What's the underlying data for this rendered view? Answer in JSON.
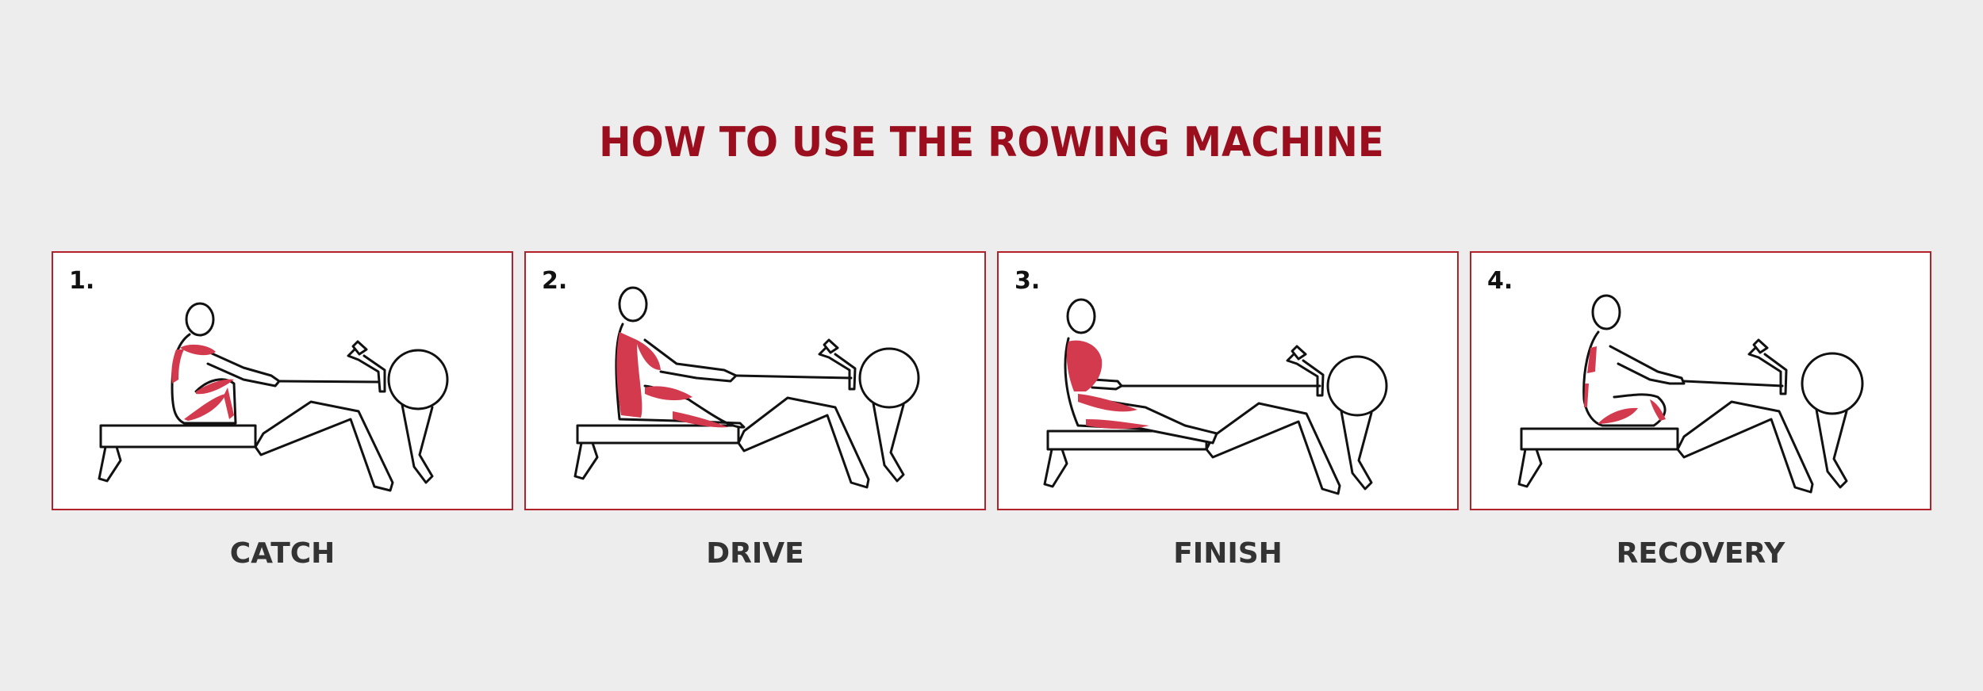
{
  "title": "HOW TO USE THE ROWING MACHINE",
  "colors": {
    "accent": "#9b0e1e",
    "border": "#b3222b",
    "muscle": "#d33a4e",
    "background": "#ededed",
    "label": "#333333"
  },
  "steps": [
    {
      "number": "1.",
      "label": "CATCH"
    },
    {
      "number": "2.",
      "label": "DRIVE"
    },
    {
      "number": "3.",
      "label": "FINISH"
    },
    {
      "number": "4.",
      "label": "RECOVERY"
    }
  ]
}
